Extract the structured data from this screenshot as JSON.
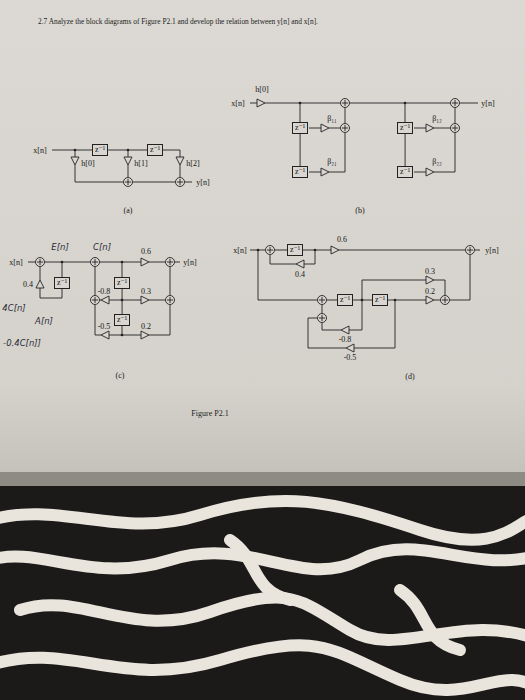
{
  "diagram": {
    "title": "2.7 Analyze the block diagrams of Figure P2.1 and develop the relation between y[n] and x[n].",
    "caption": "Figure P2.1",
    "nodes": [
      {
        "text": [
          "z⁻¹"
        ]
      },
      {
        "text": [
          "z⁻¹"
        ]
      },
      {
        "text": [
          "z⁻¹"
        ]
      },
      {
        "text": [
          "z⁻¹"
        ]
      },
      {
        "text": [
          "z⁻¹"
        ]
      },
      {
        "text": [
          "z⁻¹"
        ]
      },
      {
        "text": [
          "z⁻¹"
        ]
      },
      {
        "text": [
          "z⁻¹"
        ]
      },
      {
        "text": [
          "z⁻¹"
        ]
      },
      {
        "text": [
          "z⁻¹"
        ]
      },
      {
        "text": [
          "z⁻¹"
        ]
      },
      {
        "text": [
          "z⁻¹"
        ]
      }
    ],
    "edges": [
      {
        "from": 0,
        "to": 1,
        "arrow": "none"
      },
      {
        "from": 2,
        "to": 3,
        "arrow": "none"
      },
      {
        "from": 4,
        "to": 5,
        "arrow": "none"
      },
      {
        "from": 7,
        "to": 8,
        "arrow": "none"
      },
      {
        "from": 10,
        "to": 11,
        "arrow": "none"
      }
    ],
    "labels": [
      "x[n]",
      "h[0]",
      "h[1]",
      "h[2]",
      "y[n]",
      "(a)",
      "h[0]",
      "x[n]",
      "y[n]",
      "β₁₁",
      "β₁₂",
      "β₂₁",
      "β₂₂",
      "(b)",
      "E[n]",
      "C[n]",
      "x[n]",
      "0.6",
      "y[n]",
      "4C[n]",
      "0.4",
      "-0.8",
      "0.3",
      "A[n]",
      "-0.5",
      "0.2",
      "-0.4C[n]]",
      "(c)",
      "x[n]",
      "0.6",
      "y[n]",
      "0.4",
      "0.3",
      "0.2",
      "-0.8",
      "-0.5",
      "(d)"
    ]
  }
}
